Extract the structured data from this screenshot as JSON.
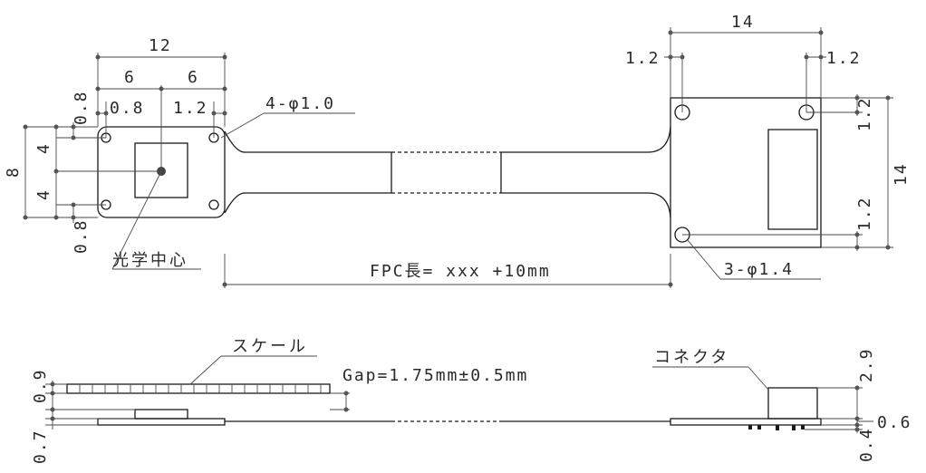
{
  "top_view": {
    "sensor": {
      "width_total": "12",
      "half_left": "6",
      "half_right": "6",
      "hole_offset_left": "0.8",
      "hole_offset_right": "1.2",
      "hole_spec": "4-φ1.0",
      "height_total": "8",
      "height_upper": "4",
      "height_lower": "4",
      "edge_top": "0.8",
      "edge_bottom": "0.8",
      "optical_center_label": "光学中心"
    },
    "fpc_length_label": "FPC長= xxx +10mm",
    "connector_board": {
      "width": "14",
      "left_offset": "1.2",
      "right_offset": "1.2",
      "height": "14",
      "right_upper_offset": "1.2",
      "right_lower_offset": "1.2",
      "hole_spec": "3-φ1.4"
    }
  },
  "side_view": {
    "scale_label": "スケール",
    "gap_label": "Gap=1.75mm±0.5mm",
    "left_dim_upper": "0.9",
    "left_dim_lower": "0.7",
    "connector_label": "コネクタ",
    "connector_height": "2.9",
    "right_dim_mid": "0.6",
    "right_dim_lower": "0.4"
  }
}
